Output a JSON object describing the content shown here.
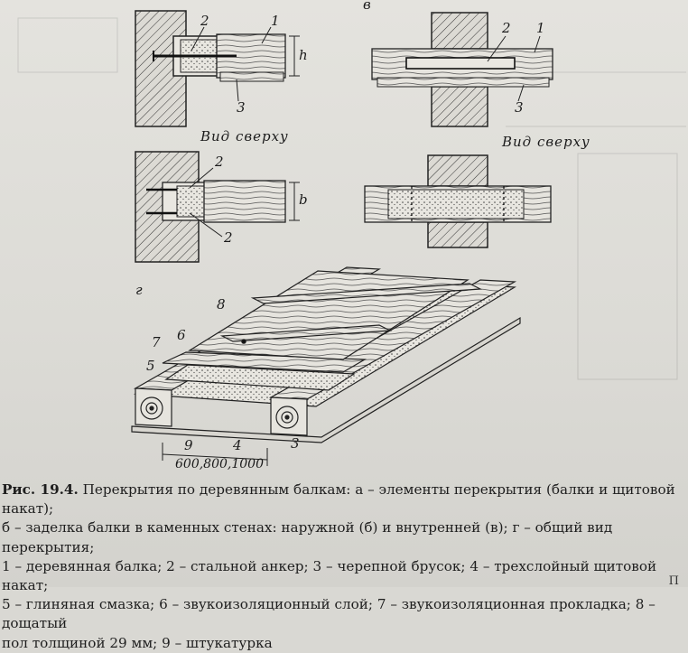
{
  "figure": {
    "labels": {
      "one": "1",
      "two": "2",
      "three": "3",
      "four": "4",
      "five": "5",
      "six": "6",
      "seven": "7",
      "eight": "8",
      "nine": "9"
    },
    "view_top": "Вид сверху",
    "letter_v": "в",
    "letter_g": "г",
    "dim_h": "h",
    "dim_b": "b",
    "span_dims": "600,800,1000"
  },
  "caption": {
    "number": "Рис. 19.4.",
    "lines": [
      "Перекрытия по деревянным балкам: а – элементы перекрытия (балки и щитовой накат);",
      "б – заделка балки в каменных стенах: наружной (б) и внутренней (в); г – общий вид перекрытия;",
      "1 – деревянная балка; 2 – стальной анкер; 3 – черепной брусок; 4 – трехслойный щитовой накат;",
      "5 – глиняная смазка; 6 – звукоизоляционный слой; 7 – звукоизоляционная прокладка; 8 – дощатый",
      "пол толщиной 29 мм; 9 – штукатурка"
    ]
  },
  "corner_text": "П"
}
